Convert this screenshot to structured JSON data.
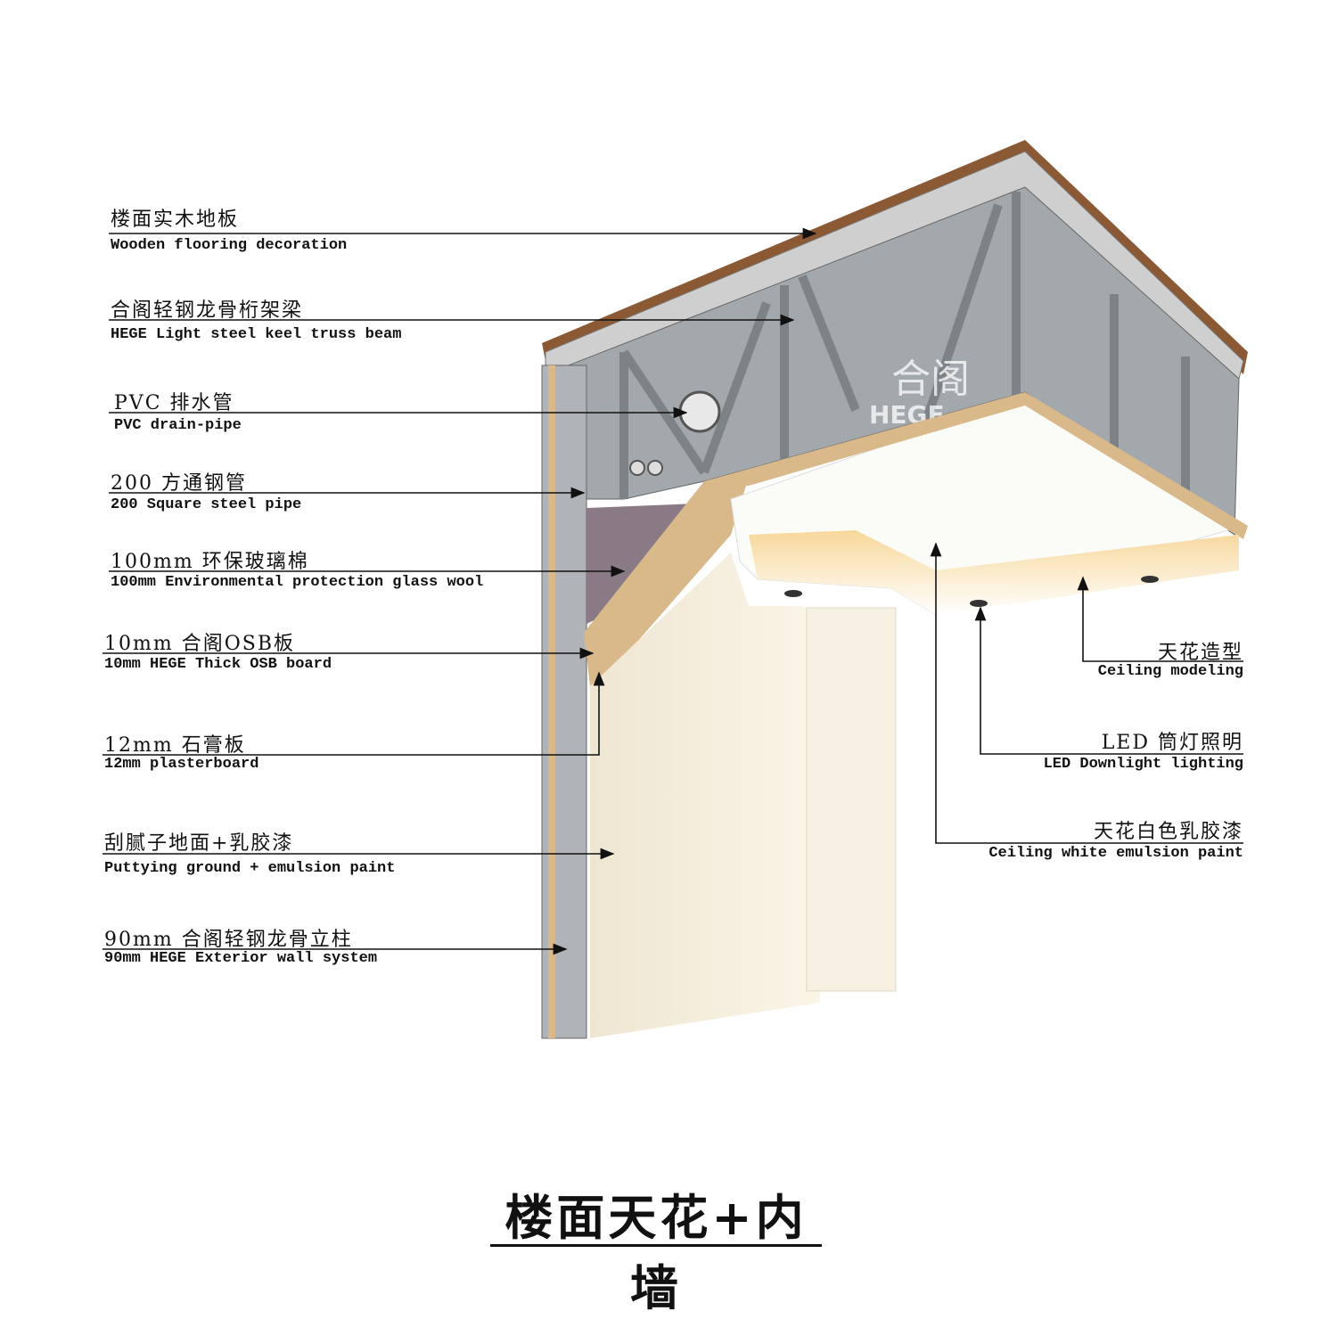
{
  "title": "楼面天花+内墙",
  "logo": {
    "cn": "合阁",
    "en": "HEGE"
  },
  "left_labels": [
    {
      "cn": "楼面实木地板",
      "en": "Wooden flooring decoration"
    },
    {
      "cn": "合阁轻钢龙骨桁架梁",
      "en": "HEGE Light steel keel truss beam"
    },
    {
      "cn": "PVC 排水管",
      "en": "PVC drain-pipe"
    },
    {
      "cn": "200 方通钢管",
      "en": "200 Square steel pipe"
    },
    {
      "cn": "100mm 环保玻璃棉",
      "en": "100mm Environmental protection glass wool"
    },
    {
      "cn": "10mm 合阁OSB板",
      "en": "10mm HEGE Thick OSB board"
    },
    {
      "cn": "12mm 石膏板",
      "en": "12mm plasterboard"
    },
    {
      "cn": "刮腻子地面+乳胶漆",
      "en": "Puttying ground + emulsion paint"
    },
    {
      "cn": "90mm 合阁轻钢龙骨立柱",
      "en": "90mm HEGE Exterior wall system"
    }
  ],
  "right_labels": [
    {
      "cn": "天花造型",
      "en": "Ceiling modeling"
    },
    {
      "cn": "LED 筒灯照明",
      "en": "LED Downlight lighting"
    },
    {
      "cn": "天花白色乳胶漆",
      "en": "Ceiling white emulsion paint"
    }
  ],
  "colors": {
    "steel": "#9a9fa3",
    "wall": "#f6efdf",
    "osb": "#d9b98a",
    "floor": "#7a4a2a",
    "ceiling": "#fbfbf8"
  }
}
